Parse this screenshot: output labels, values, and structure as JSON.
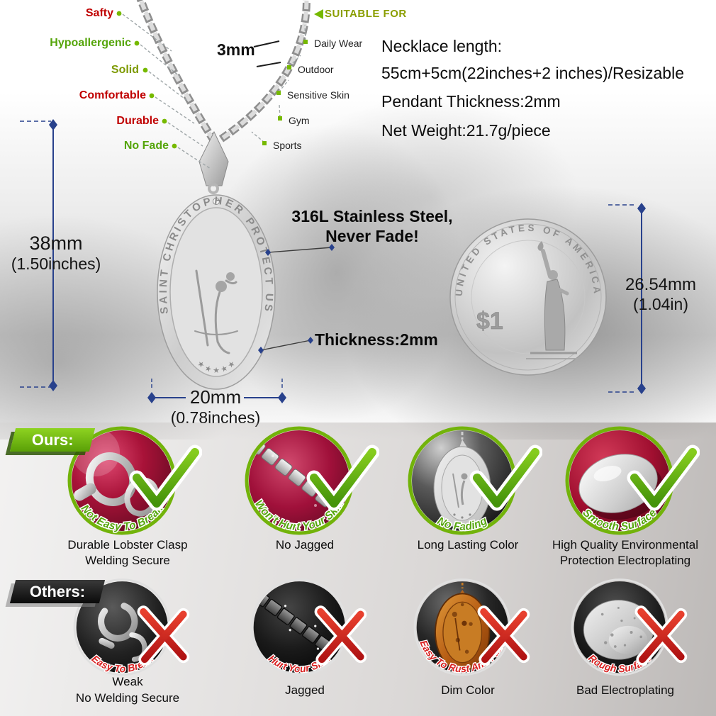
{
  "colors": {
    "accent_green": "#76b900",
    "accent_red": "#c00000",
    "olive": "#8a9e00",
    "dimension_blue": "#28418c",
    "check_green": "#4aa50c",
    "cross_red": "#d62121"
  },
  "top": {
    "features": [
      {
        "label": "Safty",
        "color": "#c00000"
      },
      {
        "label": "Hypoallergenic",
        "color": "#55a50a"
      },
      {
        "label": "Solid",
        "color": "#7d9a00"
      },
      {
        "label": "Comfortable",
        "color": "#c00000"
      },
      {
        "label": "Durable",
        "color": "#c00000"
      },
      {
        "label": "No Fade",
        "color": "#55a50a"
      }
    ],
    "chain_width": "3mm",
    "suitable": {
      "title": "SUITABLE FOR",
      "items": [
        "Daily Wear",
        "Outdoor",
        "Sensitive Skin",
        "Gym",
        "Sports"
      ]
    },
    "specs": [
      "Necklace length:",
      "55cm+5cm(22inches+2 inches)/Resizable",
      "Pendant Thickness:2mm",
      "Net Weight:21.7g/piece"
    ]
  },
  "pendant": {
    "engraving": "SAINT CHRISTOPHER PROTECT US",
    "stars": "★ ★ ★ ★ ★"
  },
  "coin": {
    "legend": "UNITED STATES OF AMERICA",
    "denomination": "$1"
  },
  "callouts": {
    "material_line1": "316L Stainless Steel,",
    "material_line2": "Never Fade!",
    "thickness": "Thickness:2mm"
  },
  "dimensions": {
    "height_mm": "38mm",
    "height_in": "(1.50inches)",
    "width_mm": "20mm",
    "width_in": "(0.78inches)",
    "coin_mm": "26.54mm",
    "coin_in": "(1.04in)"
  },
  "comparison": {
    "ours_badge": "Ours:",
    "others_badge": "Others:",
    "ours": [
      {
        "arc": "Not Easy To Break",
        "cap1": "Durable Lobster Clasp",
        "cap2": "Welding Secure"
      },
      {
        "arc": "Won't Hurt Your Skin",
        "cap1": "No Jagged",
        "cap2": ""
      },
      {
        "arc": "No Fading",
        "cap1": "Long Lasting Color",
        "cap2": ""
      },
      {
        "arc": "Smooth Surface",
        "cap1": "High Quality Environmental",
        "cap2": "Protection Electroplating"
      }
    ],
    "others": [
      {
        "arc": "Easy To Break",
        "cap1": "Weak",
        "cap2": "No Welding Secure"
      },
      {
        "arc": "Hurt Your Skin",
        "cap1": "Jagged",
        "cap2": ""
      },
      {
        "arc": "Easy To Rust And Fade",
        "cap1": "Dim Color",
        "cap2": ""
      },
      {
        "arc": "Rough Surface",
        "cap1": "Bad Electroplating",
        "cap2": ""
      }
    ]
  }
}
